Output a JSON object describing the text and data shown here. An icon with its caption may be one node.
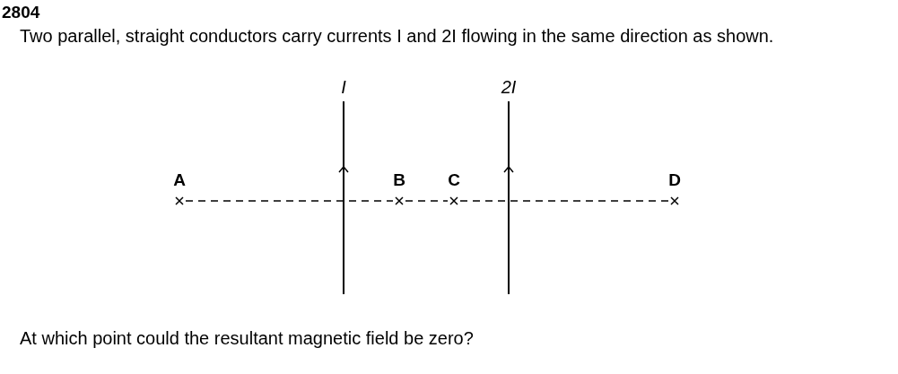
{
  "diagram": {
    "title": "2804",
    "nodes": [
      {
        "text": [
          "I"
        ]
      },
      {
        "text": [
          "2I"
        ]
      },
      {
        "text": [
          "A"
        ]
      },
      {
        "text": [
          "B"
        ]
      },
      {
        "text": [
          "C"
        ]
      },
      {
        "text": [
          "D"
        ]
      }
    ],
    "edges": [
      {
        "from": 2,
        "to": 3,
        "arrow": "none",
        "style": "dashed"
      },
      {
        "from": 3,
        "to": 4,
        "arrow": "none",
        "style": "dashed"
      },
      {
        "from": 4,
        "to": 5,
        "arrow": "none",
        "style": "dashed"
      }
    ],
    "labels": [
      "Two parallel, straight conductors carry currents I and 2I flowing in the same direction as shown."
    ],
    "caption": "At which point could the resultant magnetic field be zero?"
  }
}
